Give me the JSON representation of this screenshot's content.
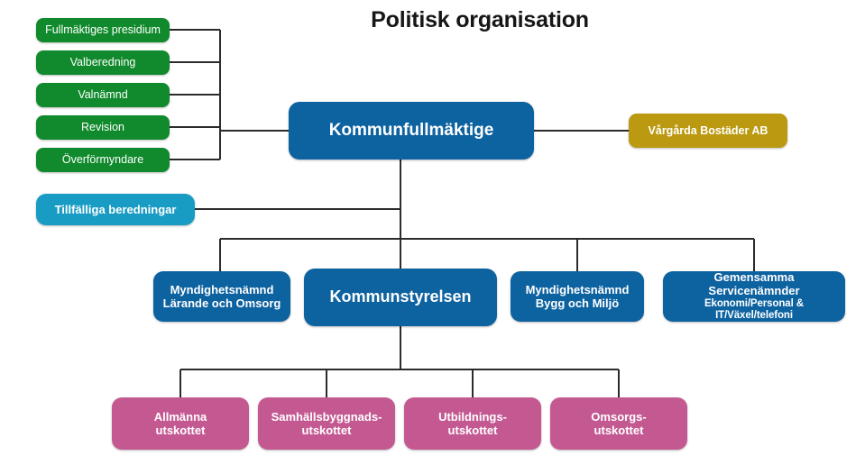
{
  "chart_data": {
    "type": "diagram",
    "title": "Politisk organisation",
    "diagram_kind": "organizational-chart",
    "language": "sv",
    "levels": [
      {
        "name": "root",
        "nodes": [
          "Kommunfullmäktige"
        ]
      },
      {
        "name": "advisory-left",
        "nodes": [
          "Fullmäktiges presidium",
          "Valberedning",
          "Valnämnd",
          "Revision",
          "Överförmyndare",
          "Tillfälliga beredningar"
        ]
      },
      {
        "name": "company-right",
        "nodes": [
          "Vårgårda Bostäder AB"
        ]
      },
      {
        "name": "boards",
        "nodes": [
          "Myndighetsnämnd Lärande och Omsorg",
          "Kommunstyrelsen",
          "Myndighetsnämnd Bygg och Miljö",
          "Gemensamma Servicenämnder"
        ]
      },
      {
        "name": "committees",
        "nodes": [
          "Allmänna utskottet",
          "Samhällsbyggnads- utskottet",
          "Utbildnings- utskottet",
          "Omsorgs- utskottet"
        ]
      }
    ],
    "edges": [
      {
        "from": "Kommunfullmäktige",
        "to": "Fullmäktiges presidium"
      },
      {
        "from": "Kommunfullmäktige",
        "to": "Valberedning"
      },
      {
        "from": "Kommunfullmäktige",
        "to": "Valnämnd"
      },
      {
        "from": "Kommunfullmäktige",
        "to": "Revision"
      },
      {
        "from": "Kommunfullmäktige",
        "to": "Överförmyndare"
      },
      {
        "from": "Kommunfullmäktige",
        "to": "Tillfälliga beredningar"
      },
      {
        "from": "Kommunfullmäktige",
        "to": "Vårgårda Bostäder AB"
      },
      {
        "from": "Kommunfullmäktige",
        "to": "Myndighetsnämnd Lärande och Omsorg"
      },
      {
        "from": "Kommunfullmäktige",
        "to": "Kommunstyrelsen"
      },
      {
        "from": "Kommunfullmäktige",
        "to": "Myndighetsnämnd Bygg och Miljö"
      },
      {
        "from": "Kommunfullmäktige",
        "to": "Gemensamma Servicenämnder"
      },
      {
        "from": "Kommunstyrelsen",
        "to": "Allmänna utskottet"
      },
      {
        "from": "Kommunstyrelsen",
        "to": "Samhällsbyggnads- utskottet"
      },
      {
        "from": "Kommunstyrelsen",
        "to": "Utbildnings- utskottet"
      },
      {
        "from": "Kommunstyrelsen",
        "to": "Omsorgs- utskottet"
      }
    ]
  },
  "title": "Politisk organisation",
  "colors": {
    "green": "#108a2c",
    "blue": "#0d62a0",
    "gold": "#bb9a11",
    "cyan": "#189cc3",
    "pink": "#c45992",
    "connector": "#2b2b2b",
    "background": "#ffffff",
    "title_text": "#161616",
    "node_text": "#ffffff"
  },
  "nodes": {
    "presidium": {
      "label": "Fullmäktiges presidium"
    },
    "valberedning": {
      "label": "Valberedning"
    },
    "valnamnd": {
      "label": "Valnämnd"
    },
    "revision": {
      "label": "Revision"
    },
    "overformyndare": {
      "label": "Överförmyndare"
    },
    "tillfalliga": {
      "label": "Tillfälliga beredningar"
    },
    "kommunfullmaktige": {
      "label": "Kommunfullmäktige"
    },
    "bostader": {
      "label": "Vårgårda Bostäder AB"
    },
    "myndighet_larande": {
      "line1": "Myndighetsnämnd",
      "line2": "Lärande och Omsorg"
    },
    "kommunstyrelsen": {
      "label": "Kommunstyrelsen"
    },
    "myndighet_bygg": {
      "line1": "Myndighetsnämnd",
      "line2": "Bygg och Miljö"
    },
    "servicenamnder": {
      "line1": "Gemensamma Servicenämnder",
      "line2": "Ekonomi/Personal & IT/Växel/telefoni"
    },
    "allmanna": {
      "line1": "Allmänna",
      "line2": "utskottet"
    },
    "samhallsbyggnads": {
      "line1": "Samhällsbyggnads-",
      "line2": "utskottet"
    },
    "utbildnings": {
      "line1": "Utbildnings-",
      "line2": "utskottet"
    },
    "omsorgs": {
      "line1": "Omsorgs-",
      "line2": "utskottet"
    }
  }
}
